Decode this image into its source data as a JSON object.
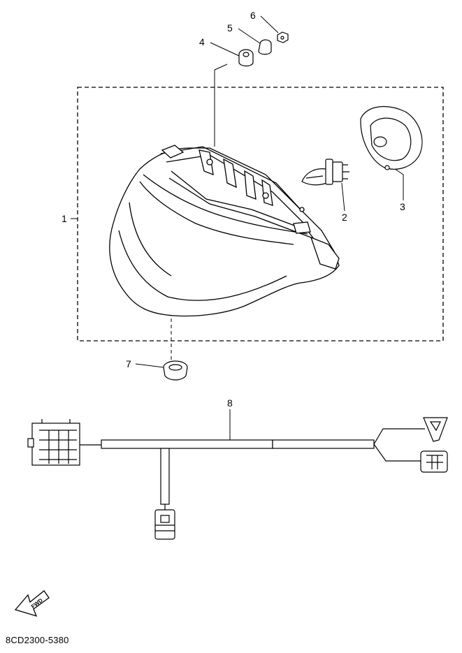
{
  "callouts": {
    "p1": "1",
    "p2": "2",
    "p3": "3",
    "p4": "4",
    "p5": "5",
    "p6": "6",
    "p7": "7",
    "p8": "8"
  },
  "fwd_label": "FWD",
  "diagram_code": "8CD2300-5380"
}
